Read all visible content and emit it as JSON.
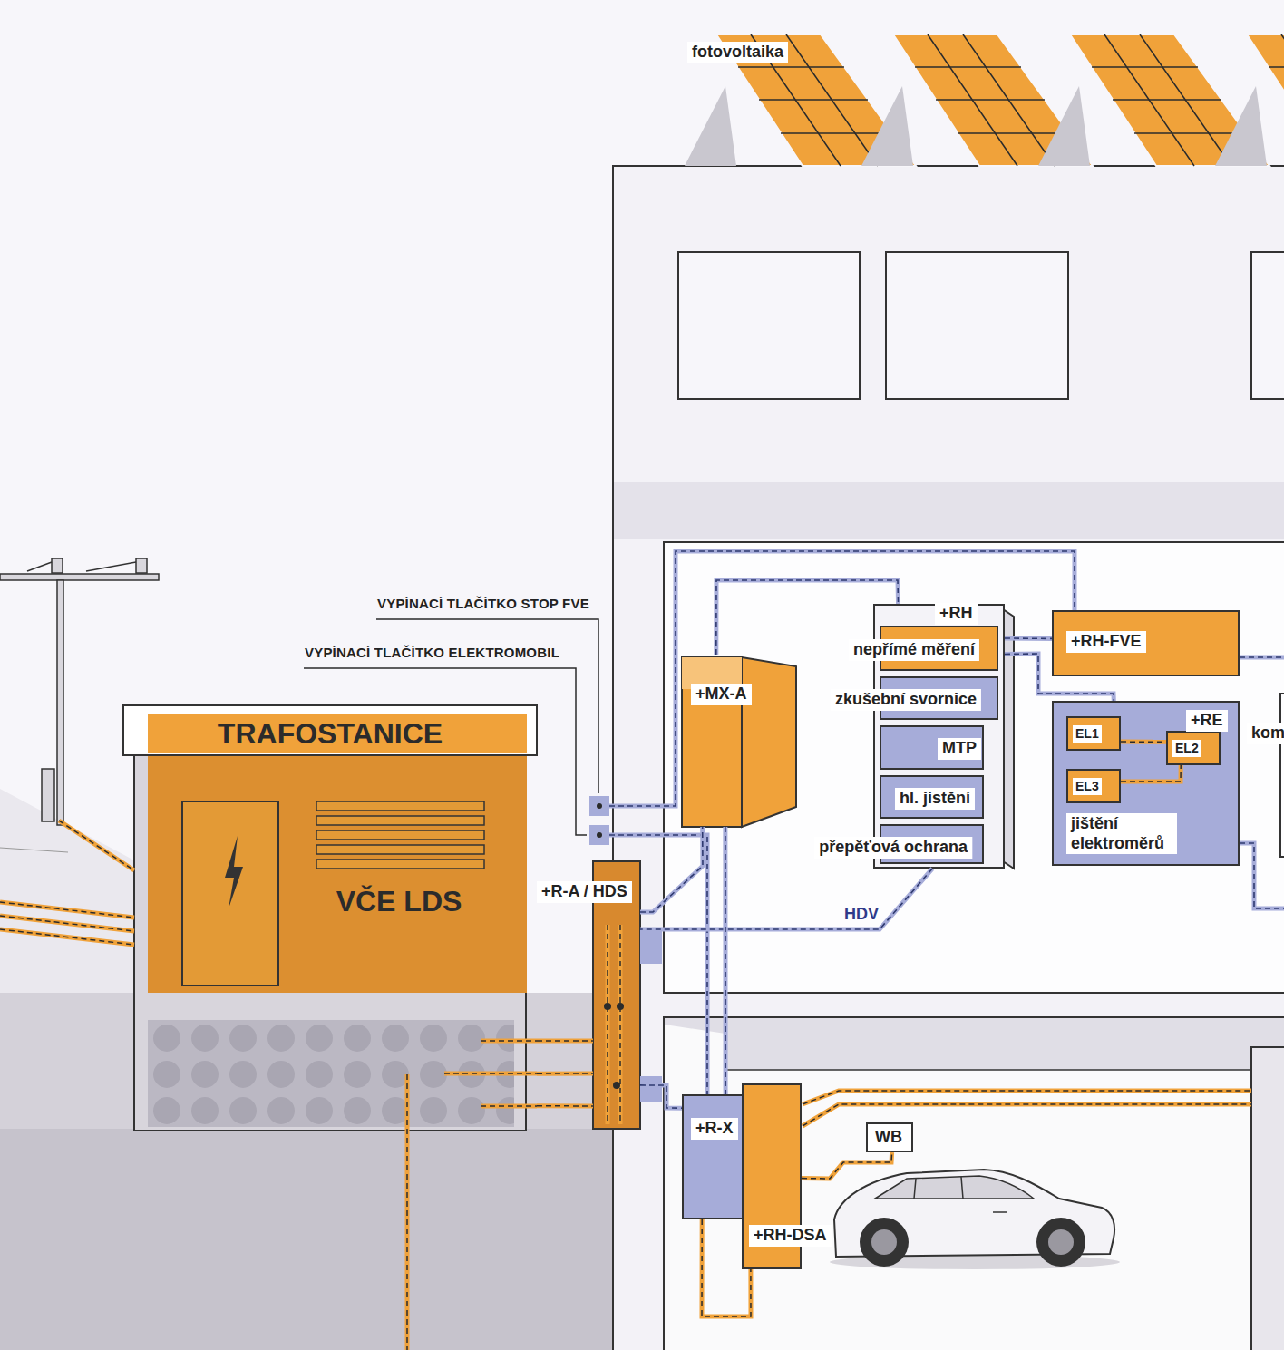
{
  "diagram": {
    "nodes": [
      {
        "text": [
          "TRAFOSTANICE",
          "VČE LDS"
        ]
      },
      {
        "text": [
          "+R-A / HDS"
        ]
      },
      {
        "text": [
          "+MX-A"
        ]
      },
      {
        "text": [
          "+RH"
        ]
      },
      {
        "text": [
          "nepřímé měření"
        ],
        "in": 3
      },
      {
        "text": [
          "zkušební svornice"
        ],
        "in": 3
      },
      {
        "text": [
          "MTP"
        ],
        "in": 3
      },
      {
        "text": [
          "hl. jistění"
        ],
        "in": 3
      },
      {
        "text": [
          "přepěťová ochrana"
        ],
        "in": 3
      },
      {
        "text": [
          "+RH-FVE"
        ]
      },
      {
        "text": [
          "+RE",
          "jištění elektroměrů"
        ]
      },
      {
        "text": [
          "EL1"
        ],
        "in": 10
      },
      {
        "text": [
          "EL2"
        ],
        "in": 10
      },
      {
        "text": [
          "EL3"
        ],
        "in": 10
      },
      {
        "text": [
          "+R-X"
        ]
      },
      {
        "text": [
          "+RH-DSA"
        ]
      },
      {
        "text": [
          "WB"
        ]
      }
    ],
    "edges": [
      {
        "from": 2,
        "to": 3,
        "arrow": "none"
      },
      {
        "from": 3,
        "to": 9,
        "arrow": "none"
      },
      {
        "from": 3,
        "to": 10,
        "arrow": "none"
      },
      {
        "from": 11,
        "to": 12,
        "arrow": "none"
      },
      {
        "from": 13,
        "to": 12,
        "arrow": "none"
      },
      {
        "from": 3,
        "to": 1,
        "label": "HDV",
        "arrow": "none"
      },
      {
        "from": 1,
        "to": 2,
        "arrow": "none"
      },
      {
        "from": 2,
        "to": 14,
        "arrow": "none"
      },
      {
        "from": 1,
        "to": 14,
        "arrow": "none"
      },
      {
        "from": 14,
        "to": 15,
        "arrow": "none"
      },
      {
        "from": 15,
        "to": 16,
        "arrow": "none"
      },
      {
        "from": 0,
        "to": 1,
        "arrow": "none"
      },
      {
        "from": 0,
        "to": 1,
        "arrow": "none"
      },
      {
        "from": 0,
        "to": 1,
        "arrow": "none"
      }
    ],
    "labels": [
      "fotovoltaika",
      "VYPÍNACÍ TLAČÍTKO STOP FVE",
      "VYPÍNACÍ TLAČÍTKO ELEKTROMOBIL",
      "kom"
    ]
  }
}
